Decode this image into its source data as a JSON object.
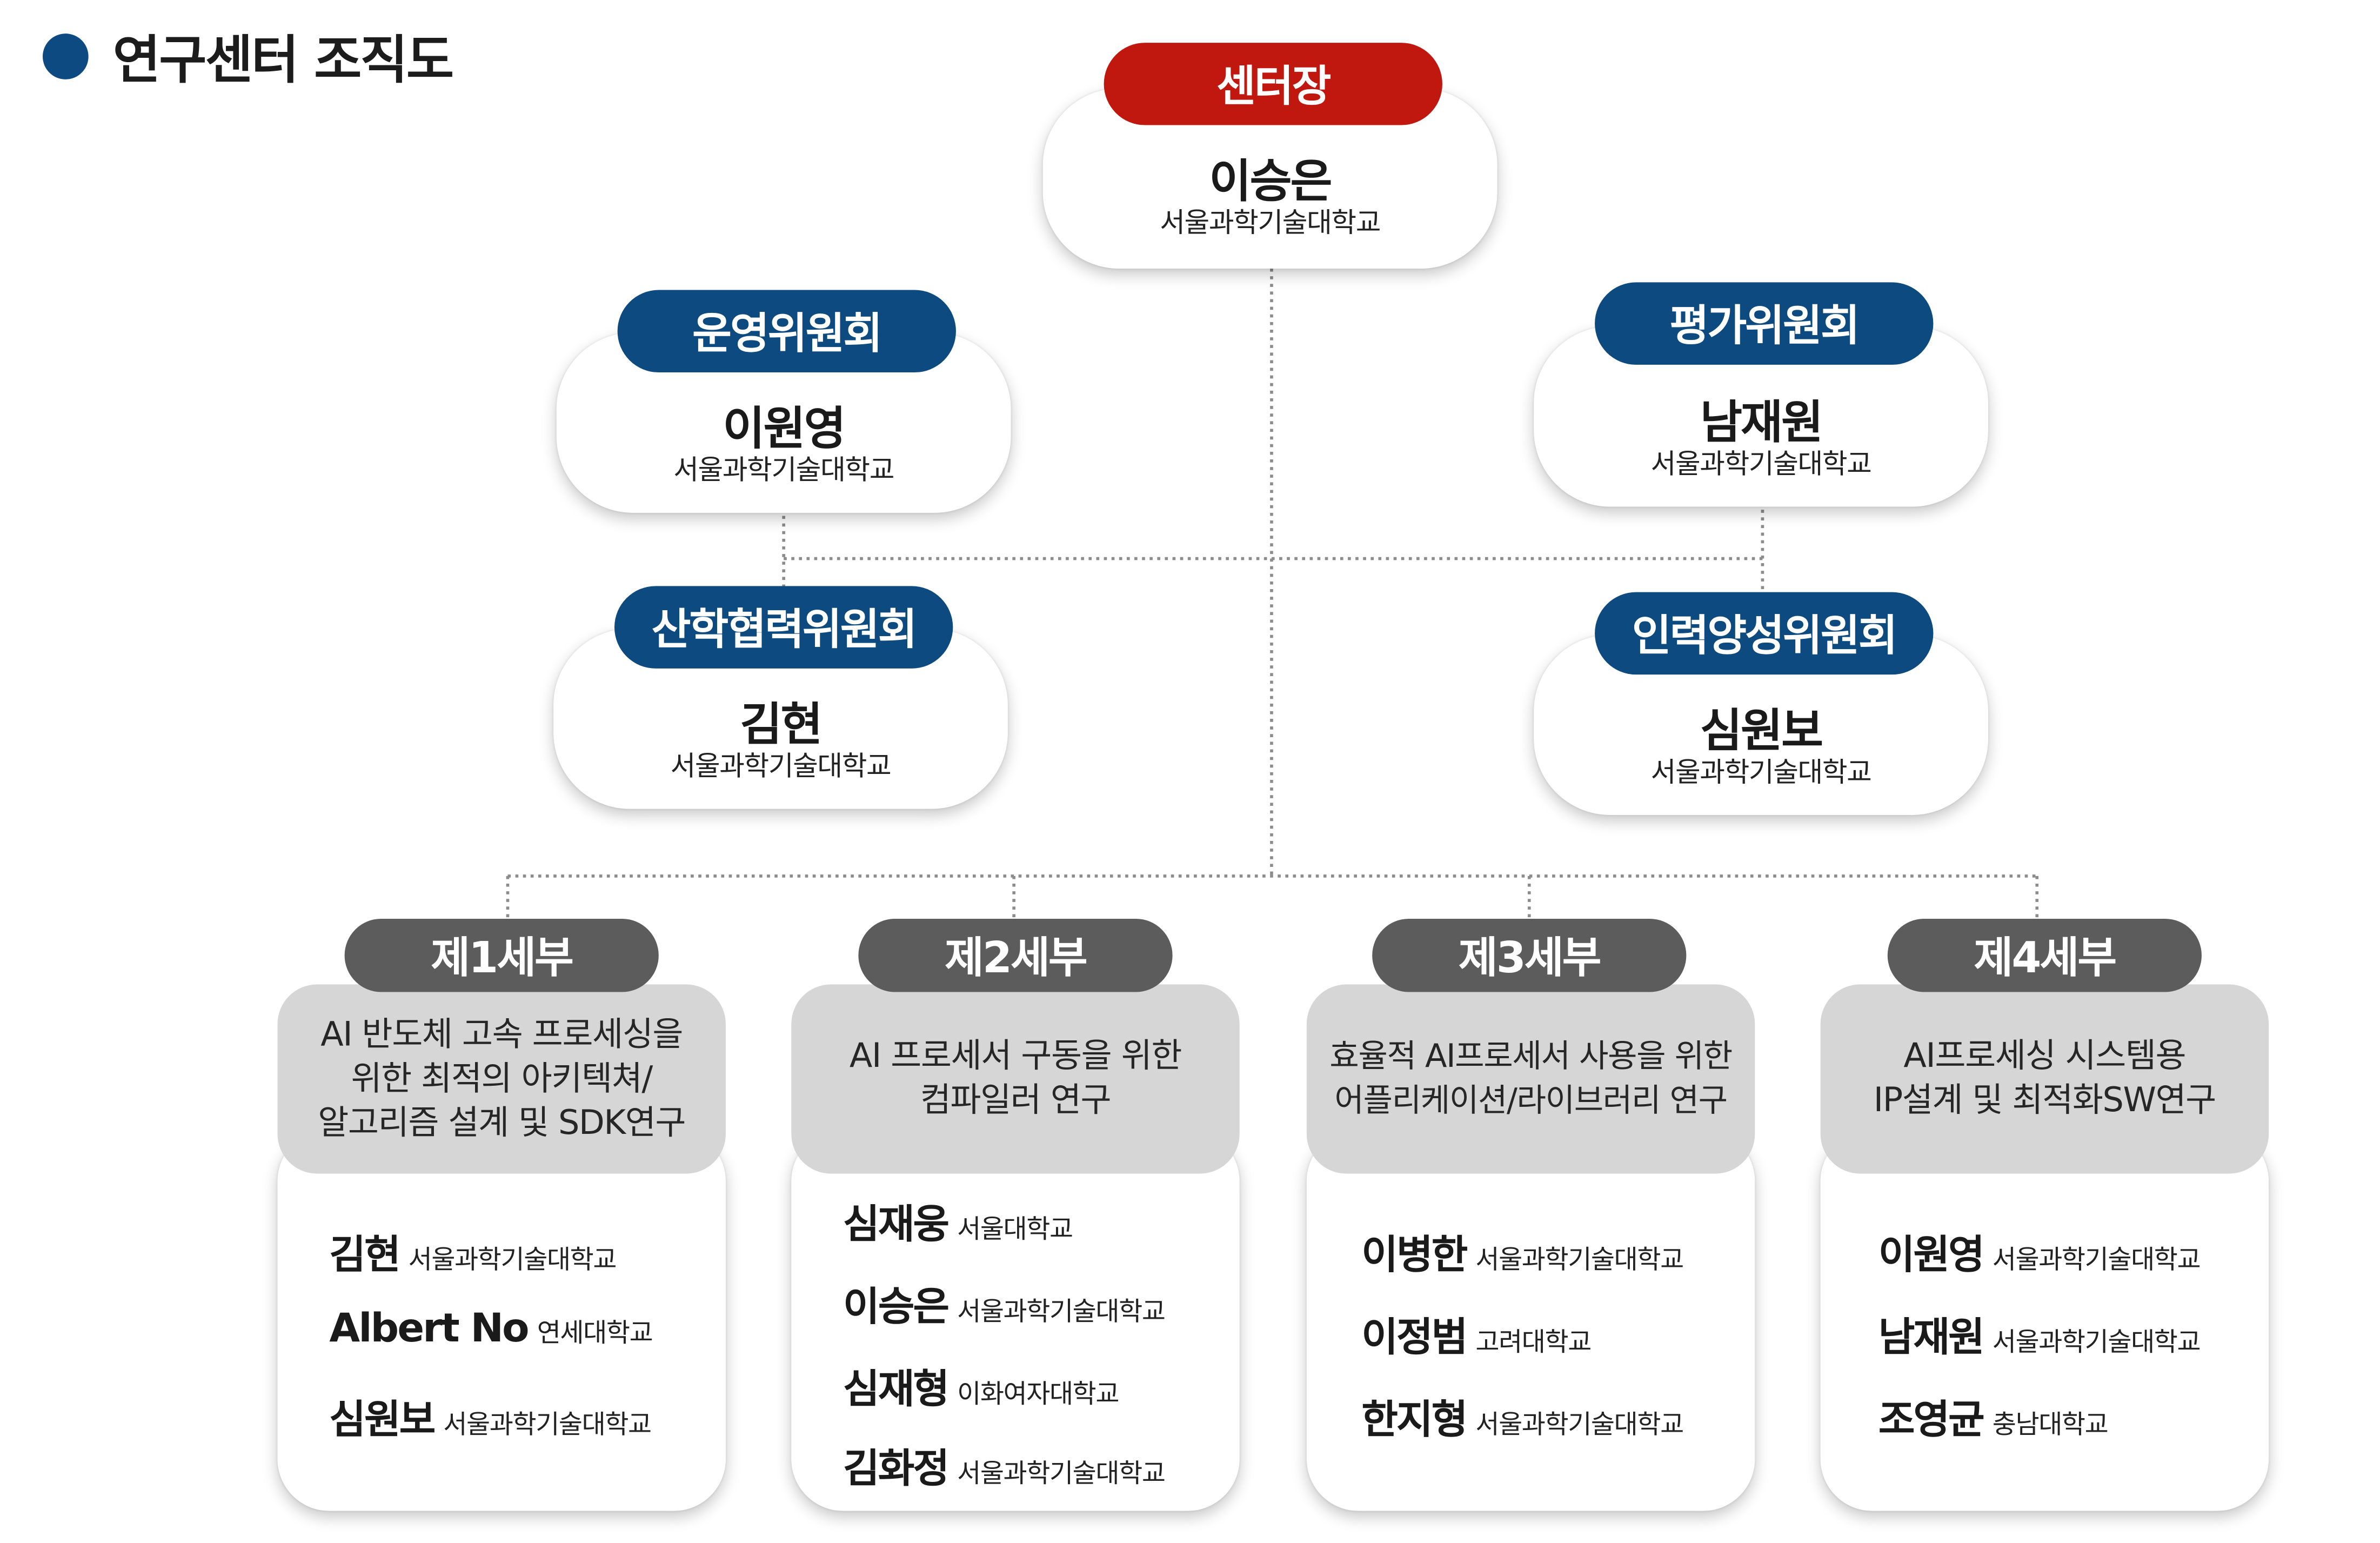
{
  "title": "연구센터 조직도",
  "colors": {
    "director": "#c0170f",
    "committee": "#0d4a80",
    "subteam": "#5c5c5c",
    "desc_bg": "#d6d6d6",
    "title_dot": "#0e4a82"
  },
  "director": {
    "role": "센터장",
    "name": "이승은",
    "affiliation": "서울과학기술대학교"
  },
  "committees": [
    {
      "role": "운영위원회",
      "name": "이원영",
      "affiliation": "서울과학기술대학교"
    },
    {
      "role": "평가위원회",
      "name": "남재원",
      "affiliation": "서울과학기술대학교"
    },
    {
      "role": "산학협력위원회",
      "name": "김현",
      "affiliation": "서울과학기술대학교"
    },
    {
      "role": "인력양성위원회",
      "name": "심원보",
      "affiliation": "서울과학기술대학교"
    }
  ],
  "subteams": [
    {
      "label": "제1세부",
      "topic": "AI 반도체 고속 프로세싱을\n위한 최적의 아키텍쳐/\n알고리즘 설계 및 SDK연구",
      "members": [
        {
          "name": "김현",
          "affiliation": "서울과학기술대학교"
        },
        {
          "name": "Albert No",
          "affiliation": "연세대학교"
        },
        {
          "name": "심원보",
          "affiliation": "서울과학기술대학교"
        }
      ]
    },
    {
      "label": "제2세부",
      "topic": "AI 프로세서 구동을 위한\n컴파일러 연구",
      "members": [
        {
          "name": "심재웅",
          "affiliation": "서울대학교"
        },
        {
          "name": "이승은",
          "affiliation": "서울과학기술대학교"
        },
        {
          "name": "심재형",
          "affiliation": "이화여자대학교"
        },
        {
          "name": "김화정",
          "affiliation": "서울과학기술대학교"
        }
      ]
    },
    {
      "label": "제3세부",
      "topic": "효율적 AI프로세서 사용을 위한\n어플리케이션/라이브러리 연구",
      "members": [
        {
          "name": "이병한",
          "affiliation": "서울과학기술대학교"
        },
        {
          "name": "이정범",
          "affiliation": "고려대학교"
        },
        {
          "name": "한지형",
          "affiliation": "서울과학기술대학교"
        }
      ]
    },
    {
      "label": "제4세부",
      "topic": "AI프로세싱 시스템용\nIP설계 및 최적화SW연구",
      "members": [
        {
          "name": "이원영",
          "affiliation": "서울과학기술대학교"
        },
        {
          "name": "남재원",
          "affiliation": "서울과학기술대학교"
        },
        {
          "name": "조영균",
          "affiliation": "충남대학교"
        }
      ]
    }
  ]
}
